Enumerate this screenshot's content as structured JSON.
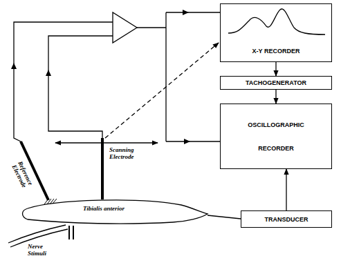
{
  "diagram": {
    "nodes": [
      {
        "text": [
          "X-Y RECORDER"
        ]
      },
      {
        "text": [
          "TACHOGENERATOR"
        ]
      },
      {
        "text": [
          "OSCILLOGRAPHIC RECORDER"
        ]
      },
      {
        "text": [
          "TRANSDUCER"
        ]
      }
    ],
    "edges": [
      {
        "from": 0,
        "to": 1,
        "arrow": "to"
      },
      {
        "from": 1,
        "to": 2,
        "arrow": "to"
      },
      {
        "from": 3,
        "to": 2,
        "arrow": "to"
      }
    ],
    "labels": [
      "Reference Electrode",
      "Scanning Electrode",
      "Tibialis anterior",
      "Nerve Stimuli"
    ]
  }
}
